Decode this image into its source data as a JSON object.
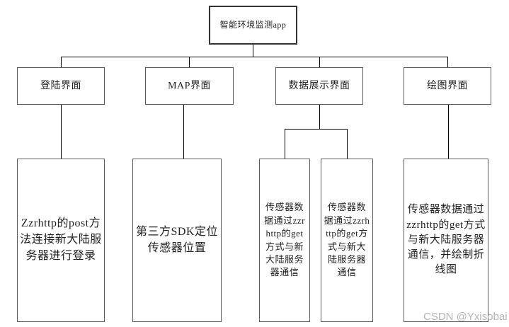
{
  "diagram": {
    "root": {
      "label": "智能环境监测app"
    },
    "modules": [
      {
        "label": "登陆界面"
      },
      {
        "label": "MAP界面"
      },
      {
        "label": "数据展示界面"
      },
      {
        "label": "绘图界面"
      }
    ],
    "details": [
      {
        "label": "Zzrhttp的post方法连接新大陆服务器进行登录",
        "parent": "登陆界面"
      },
      {
        "label": "第三方SDK定位传感器位置",
        "parent": "MAP界面"
      },
      {
        "label": "传感器数据通过zzrhttp的get方式与新大陆服务器通信",
        "parent": "数据展示界面"
      },
      {
        "label": "传感器数据通过zzrhttp的get方式与新大陆服务器通信",
        "parent": "数据展示界面"
      },
      {
        "label": "传感器数据通过zzrhttp的get方式与新大陆服务器通信，并绘制折线图",
        "parent": "绘图界面"
      }
    ],
    "colors": {
      "background": "#ffffff",
      "node_border": "#5a5a5a",
      "root_border": "#333333",
      "connector": "#000000",
      "text": "#1f1f1f",
      "watermark": "#b5b5b5"
    }
  },
  "watermark": {
    "text": "CSDN @Yxisobai"
  }
}
